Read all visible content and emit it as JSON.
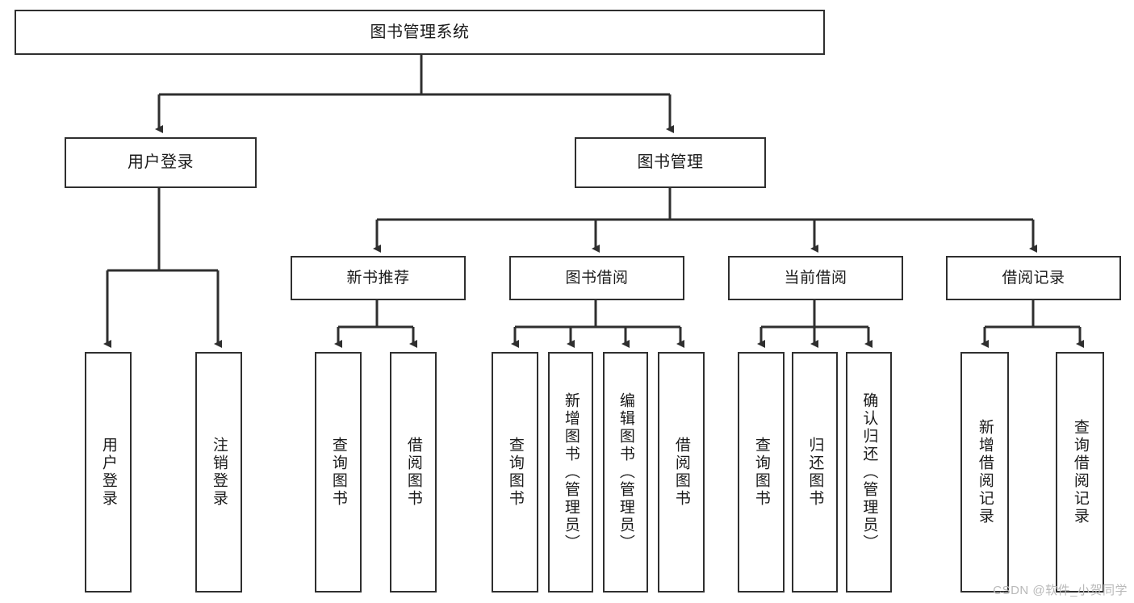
{
  "diagram": {
    "title": "图书管理系统",
    "type": "tree-hierarchy-diagram",
    "colors": {
      "stroke": "#2f2f2f",
      "fill": "#ffffff",
      "text": "#1b1b1b",
      "watermark": "#b9b9b9"
    },
    "nodes": {
      "root": {
        "label": "图书管理系统"
      },
      "level1": [
        {
          "label": "用户登录"
        },
        {
          "label": "图书管理"
        }
      ],
      "level2": [
        {
          "label": "新书推荐"
        },
        {
          "label": "图书借阅"
        },
        {
          "label": "当前借阅"
        },
        {
          "label": "借阅记录"
        }
      ],
      "leaves": {
        "user_login": [
          {
            "label": "用户登录"
          },
          {
            "label": "注销登录"
          }
        ],
        "new_book_recommend": [
          {
            "label": "查询图书"
          },
          {
            "label": "借阅图书"
          }
        ],
        "book_borrow": [
          {
            "label": "查询图书"
          },
          {
            "label": "新增图书（管理员）"
          },
          {
            "label": "编辑图书（管理员）"
          },
          {
            "label": "借阅图书"
          }
        ],
        "current_borrow": [
          {
            "label": "查询图书"
          },
          {
            "label": "归还图书"
          },
          {
            "label": "确认归还（管理员）"
          }
        ],
        "borrow_record": [
          {
            "label": "新增借阅记录"
          },
          {
            "label": "查询借阅记录"
          }
        ]
      }
    },
    "watermark": "CSDN @软件_小贺同学"
  }
}
